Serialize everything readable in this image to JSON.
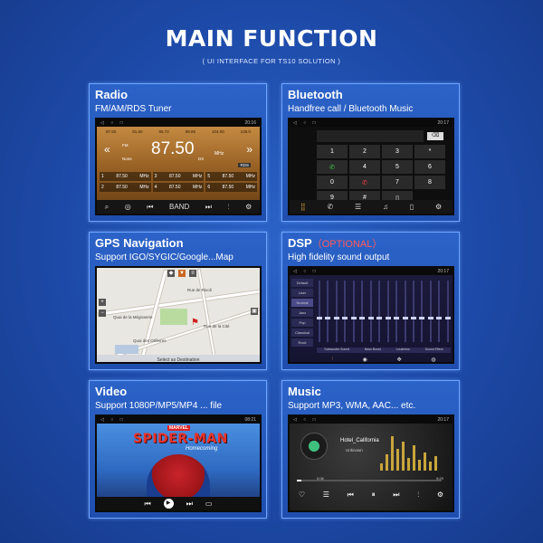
{
  "header": {
    "title": "MAIN FUNCTION",
    "subtitle": "( UI INTERFACE FOR TS10 SOLUTION )"
  },
  "accent_color": "#2b63c6",
  "cards": {
    "radio": {
      "title": "Radio",
      "subtitle": "FM/AM/RDS Tuner",
      "time": "20:16",
      "frequency": "87.50",
      "unit": "MHz",
      "scale": [
        "87.50",
        "91.60",
        "95.72",
        "99.86",
        "104.00",
        "108.0"
      ],
      "tag_fm": "FM",
      "tag_none": "None",
      "tag_dx": "DX",
      "rds": "RDS",
      "presets": [
        {
          "n": "1",
          "f": "87.50",
          "u": "MHz"
        },
        {
          "n": "3",
          "f": "87.50",
          "u": "MHz"
        },
        {
          "n": "5",
          "f": "87.50",
          "u": "MHz"
        },
        {
          "n": "2",
          "f": "87.50",
          "u": "MHz"
        },
        {
          "n": "4",
          "f": "87.50",
          "u": "MHz"
        },
        {
          "n": "6",
          "f": "87.50",
          "u": "MHz"
        }
      ],
      "band_label": "BAND"
    },
    "bluetooth": {
      "title": "Bluetooth",
      "subtitle": "Handfree call / Bluetooth Music",
      "time": "20:17",
      "keys": [
        "1",
        "2",
        "3",
        "*",
        "4",
        "5",
        "6",
        "0",
        "7",
        "8",
        "9",
        "#"
      ]
    },
    "gps": {
      "title": "GPS Navigation",
      "subtitle": "Support IGO/SYGIC/Google...Map",
      "labels": [
        "Quai de la Mégisserie",
        "Rue de Rivoli",
        "Quai des Orfèvres",
        "Rue de la Cité"
      ],
      "bottom_label": "Select as Destination"
    },
    "dsp": {
      "title": "DSP",
      "optional": "（OPTIONAL）",
      "subtitle": "High fidelity sound output",
      "time": "20:17",
      "presets": [
        "Default",
        "User",
        "Normal",
        "Jazz",
        "Pop",
        "Classical",
        "Rock"
      ],
      "bottom": [
        "Subwoofer Sound",
        "Bass Boost",
        "Loudness",
        "Sound Effect"
      ]
    },
    "video": {
      "title": "Video",
      "subtitle": "Support 1080P/MP5/MP4 ... file",
      "time": "08:21",
      "marvel": "MARVEL",
      "movie_title": "SPIDER-MAN",
      "movie_sub": "Homecoming"
    },
    "music": {
      "title": "Music",
      "subtitle": "Support MP3, WMA, AAC... etc.",
      "time": "20:17",
      "song": "Hotel_California",
      "artist": "Unknown",
      "time_left": "0:06",
      "time_right": "6:29",
      "progress": 0.03,
      "spectrum": [
        0.2,
        0.45,
        0.95,
        0.6,
        0.8,
        0.35,
        0.7,
        0.3,
        0.5,
        0.25,
        0.4
      ]
    }
  }
}
